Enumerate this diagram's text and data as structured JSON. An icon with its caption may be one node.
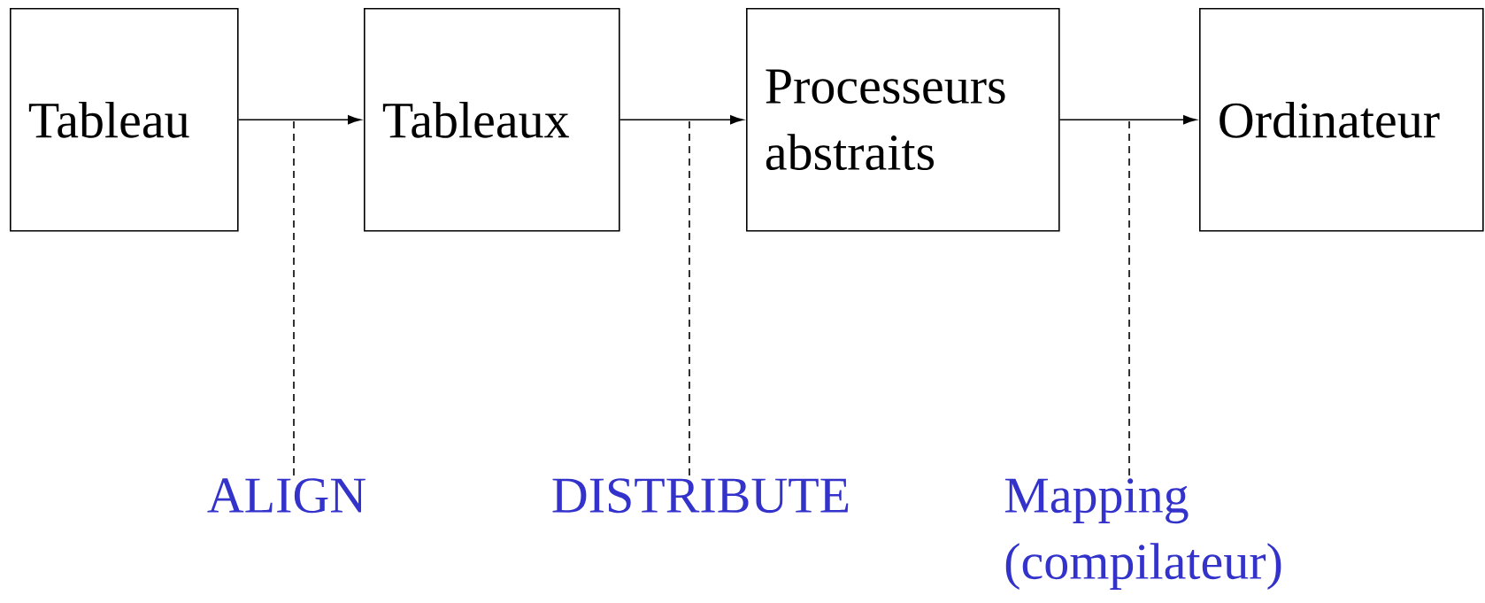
{
  "diagram": {
    "nodes": [
      {
        "text": [
          "Tableau"
        ]
      },
      {
        "text": [
          "Tableaux"
        ]
      },
      {
        "text": [
          "Processeurs abstraits"
        ]
      },
      {
        "text": [
          "Ordinateur"
        ]
      },
      {
        "text": [
          "ALIGN"
        ]
      },
      {
        "text": [
          "DISTRIBUTE"
        ]
      },
      {
        "text": [
          "Mapping (compilateur)"
        ]
      }
    ],
    "edges": [
      {
        "from": 0,
        "to": 1,
        "arrow": "to"
      },
      {
        "from": 1,
        "to": 2,
        "arrow": "to"
      },
      {
        "from": 2,
        "to": 3,
        "arrow": "to"
      },
      {
        "from": 4,
        "to": null,
        "arrow": "none",
        "style": "dashed"
      },
      {
        "from": 5,
        "to": null,
        "arrow": "none",
        "style": "dashed"
      },
      {
        "from": 6,
        "to": null,
        "arrow": "none",
        "style": "dashed"
      }
    ]
  }
}
